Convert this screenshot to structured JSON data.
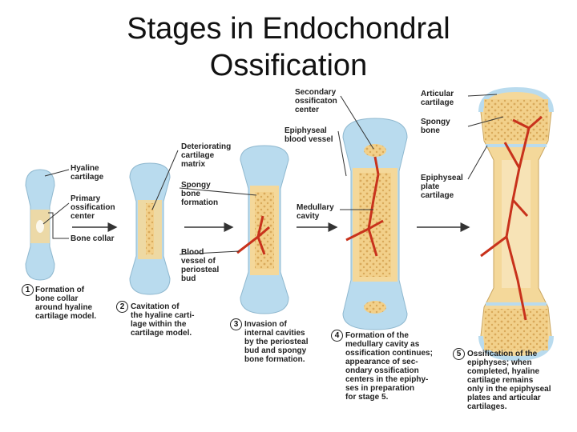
{
  "title": {
    "line1": "Stages in Endochondral",
    "line2": "Ossification"
  },
  "colors": {
    "cartilage": "#b9dbee",
    "bone": "#f4d89a",
    "spongy": "#e6b86a",
    "vessel": "#c8321c",
    "arrow": "#333333"
  },
  "labels": {
    "hyaline_cartilage": "Hyaline\ncartilage",
    "primary_center": "Primary\nossification\ncenter",
    "bone_collar": "Bone collar",
    "deteriorating_matrix": "Deteriorating\ncartilage\nmatrix",
    "spongy_formation": "Spongy\nbone\nformation",
    "blood_vessel_bud": "Blood\nvessel of\nperiosteal\nbud",
    "secondary_center": "Secondary\nossificaton\ncenter",
    "epiphyseal_vessel": "Epiphyseal\nblood vessel",
    "medullary_cavity": "Medullary\ncavity",
    "articular_cartilage": "Articular\ncartilage",
    "spongy_bone": "Spongy\nbone",
    "epiphyseal_plate": "Epiphyseal\nplate\ncartilage"
  },
  "stages": [
    {
      "num": "1",
      "text": "Formation of\nbone collar\naround hyaline\ncartilage model."
    },
    {
      "num": "2",
      "text": "Cavitation of\nthe hyaline carti-\nlage within the\ncartilage model."
    },
    {
      "num": "3",
      "text": "Invasion of\ninternal cavities\nby the periosteal\nbud and spongy\nbone formation."
    },
    {
      "num": "4",
      "text": "Formation of the\nmedullary cavity as\nossification continues;\nappearance of sec-\nondary ossification\ncenters in the epiphy-\nses in preparation\nfor stage 5."
    },
    {
      "num": "5",
      "text": "Ossification of the\nepiphyses; when\ncompleted, hyaline\ncartilage remains\nonly in the epiphyseal\nplates and articular\ncartilages."
    }
  ]
}
